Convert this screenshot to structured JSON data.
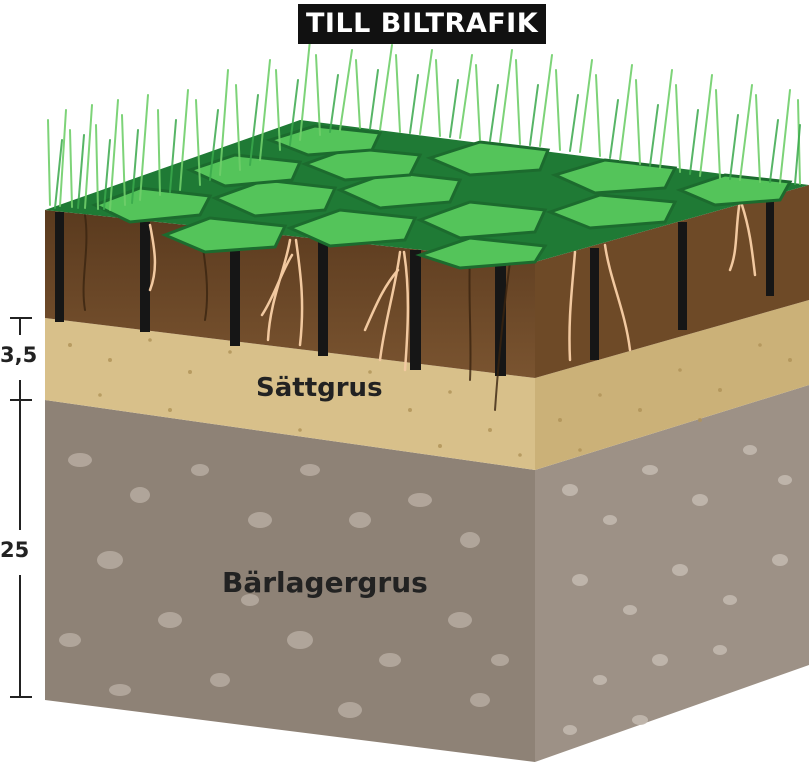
{
  "title": "TILL BILTRAFIK",
  "layers": {
    "sand": {
      "label": "Sättgrus",
      "thickness": "3,5"
    },
    "base": {
      "label": "Bärlagergrus",
      "thickness": "25"
    }
  },
  "colors": {
    "grass_light": "#7cd27a",
    "grass_dark": "#2fa848",
    "soil": "#6b4526",
    "soil_dark": "#4a2e15",
    "sand": "#d8c08a",
    "sand_side": "#c8ad72",
    "base": "#8e8276",
    "base_side": "#9b8f84",
    "root": "#f2c9a0",
    "grid": "#161616"
  }
}
